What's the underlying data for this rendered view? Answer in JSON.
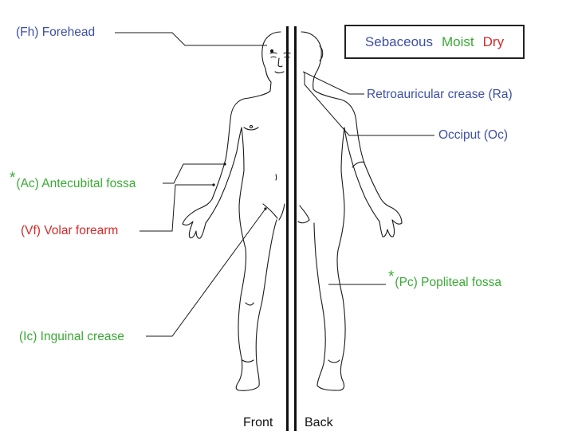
{
  "legend": {
    "sebaceous": "Sebaceous",
    "moist": "Moist",
    "dry": "Dry"
  },
  "colors": {
    "sebaceous": "#3d4fa6",
    "moist": "#3aaa35",
    "dry": "#d42a2a"
  },
  "views": {
    "front": "Front",
    "back": "Back"
  },
  "sites": {
    "forehead": {
      "label": "(Fh) Forehead",
      "category": "sebaceous"
    },
    "retroauricular": {
      "label": "Retroauricular crease (Ra)",
      "category": "sebaceous"
    },
    "occiput": {
      "label": "Occiput (Oc)",
      "category": "sebaceous"
    },
    "antecubital": {
      "star": "*",
      "label": "(Ac) Antecubital fossa",
      "category": "moist"
    },
    "volar": {
      "label": "(Vf) Volar forearm",
      "category": "dry"
    },
    "popliteal": {
      "star": "*",
      "label": "(Pc) Popliteal fossa",
      "category": "moist"
    },
    "inguinal": {
      "label": "(Ic) Inguinal crease",
      "category": "moist"
    }
  }
}
